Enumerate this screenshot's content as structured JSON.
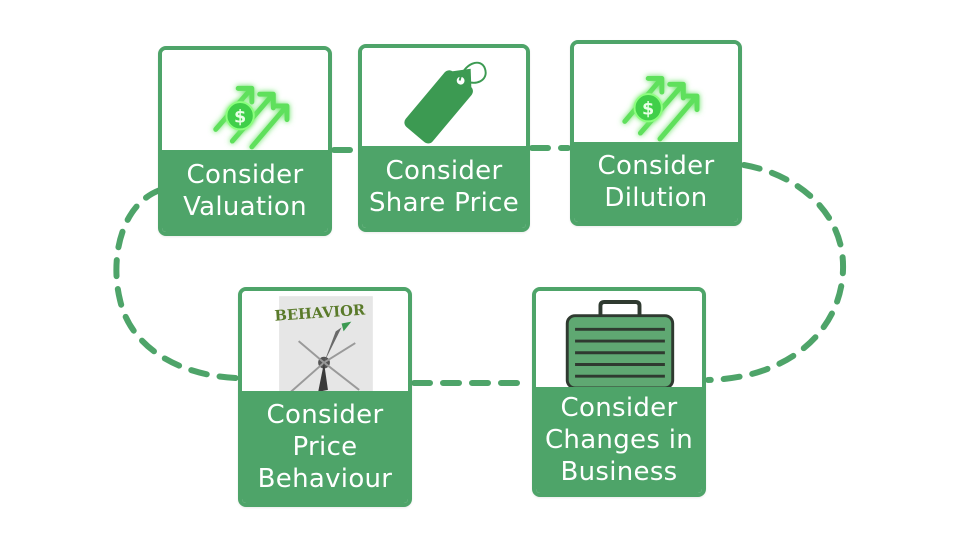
{
  "colors": {
    "primary_green": "#4ea469",
    "dark_green": "#2f8a48",
    "glow_green": "#6df06a",
    "label_text": "#ffffff"
  },
  "cards": {
    "valuation": {
      "line1": "Consider",
      "line2": "Valuation",
      "icon": "dollar-growth-arrows-icon"
    },
    "share_price": {
      "line1": "Consider",
      "line2": "Share Price",
      "icon": "price-tag-icon"
    },
    "dilution": {
      "line1": "Consider",
      "line2": "Dilution",
      "icon": "dollar-growth-arrows-icon"
    },
    "price_behaviour": {
      "line1": "Consider",
      "line2": "Price",
      "line3": "Behaviour",
      "image_text": "BEHAVIOR",
      "icon": "compass-behavior-image"
    },
    "changes_business": {
      "line1": "Consider",
      "line2": "Changes in",
      "line3": "Business",
      "icon": "briefcase-icon"
    }
  }
}
